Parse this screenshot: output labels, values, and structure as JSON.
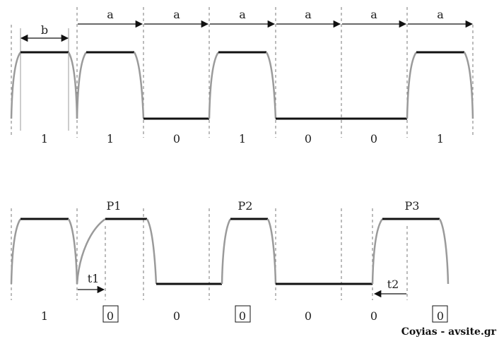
{
  "labels": {
    "b": "b",
    "a": "a",
    "p1": "P1",
    "p2": "P2",
    "p3": "P3",
    "t1": "t1",
    "t2": "t2"
  },
  "top_bits": [
    "1",
    "1",
    "0",
    "1",
    "0",
    "0",
    "1"
  ],
  "bottom_bits": [
    "1",
    "0",
    "0",
    "0",
    "0",
    "0",
    "0"
  ],
  "credit": "Coyias - avsite.gr"
}
